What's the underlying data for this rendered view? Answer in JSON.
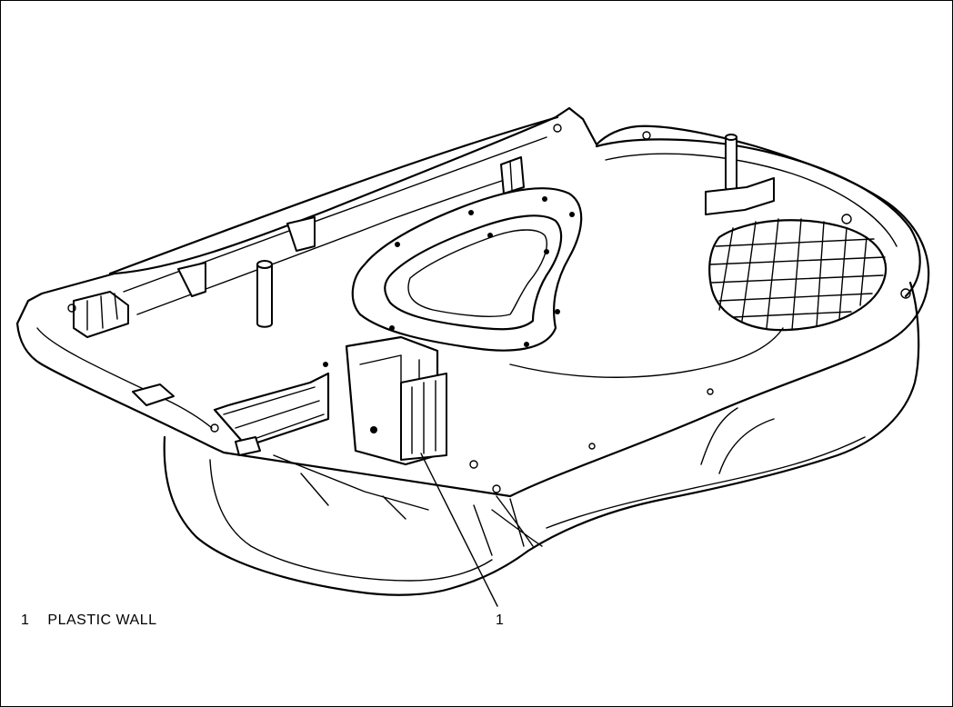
{
  "legend": {
    "items": [
      {
        "number": "1",
        "label": "PLASTIC WALL"
      }
    ]
  },
  "callouts": [
    {
      "number": "1"
    }
  ]
}
